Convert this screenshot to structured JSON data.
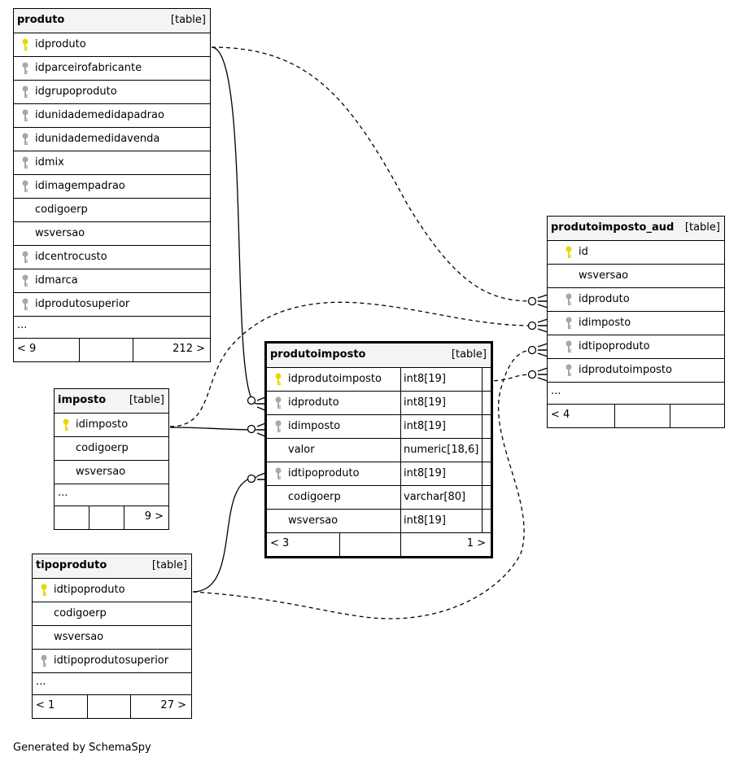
{
  "tables": {
    "produto": {
      "name": "produto",
      "tag": "[table]",
      "columns": [
        {
          "name": "idproduto",
          "key": "pk"
        },
        {
          "name": "idparceirofabricante",
          "key": "fk"
        },
        {
          "name": "idgrupoproduto",
          "key": "fk"
        },
        {
          "name": "idunidademedidapadrao",
          "key": "fk"
        },
        {
          "name": "idunidademedidavenda",
          "key": "fk"
        },
        {
          "name": "idmix",
          "key": "fk"
        },
        {
          "name": "idimagempadrao",
          "key": "fk"
        },
        {
          "name": "codigoerp",
          "key": ""
        },
        {
          "name": "wsversao",
          "key": ""
        },
        {
          "name": "idcentrocusto",
          "key": "fk"
        },
        {
          "name": "idmarca",
          "key": "fk"
        },
        {
          "name": "idprodutosuperior",
          "key": "fk"
        }
      ],
      "more": "...",
      "footer": {
        "parents": "< 9",
        "children": "212 >"
      }
    },
    "produtoimposto_aud": {
      "name": "produtoimposto_aud",
      "tag": "[table]",
      "columns": [
        {
          "name": "id",
          "key": "pk"
        },
        {
          "name": "wsversao",
          "key": ""
        },
        {
          "name": "idproduto",
          "key": "fk"
        },
        {
          "name": "idimposto",
          "key": "fk"
        },
        {
          "name": "idtipoproduto",
          "key": "fk"
        },
        {
          "name": "idprodutoimposto",
          "key": "fk"
        }
      ],
      "more": "...",
      "footer": {
        "parents": "< 4",
        "children": ""
      }
    },
    "produtoimposto": {
      "name": "produtoimposto",
      "tag": "[table]",
      "columns": [
        {
          "name": "idprodutoimposto",
          "key": "pk",
          "type": "int8[19]"
        },
        {
          "name": "idproduto",
          "key": "fk",
          "type": "int8[19]"
        },
        {
          "name": "idimposto",
          "key": "fk",
          "type": "int8[19]"
        },
        {
          "name": "valor",
          "key": "",
          "type": "numeric[18,6]"
        },
        {
          "name": "idtipoproduto",
          "key": "fk",
          "type": "int8[19]"
        },
        {
          "name": "codigoerp",
          "key": "",
          "type": "varchar[80]"
        },
        {
          "name": "wsversao",
          "key": "",
          "type": "int8[19]"
        }
      ],
      "footer": {
        "parents": "< 3",
        "children": "1 >"
      }
    },
    "imposto": {
      "name": "imposto",
      "tag": "[table]",
      "columns": [
        {
          "name": "idimposto",
          "key": "pk"
        },
        {
          "name": "codigoerp",
          "key": ""
        },
        {
          "name": "wsversao",
          "key": ""
        }
      ],
      "more": "...",
      "footer": {
        "parents": "",
        "children": "9 >"
      }
    },
    "tipoproduto": {
      "name": "tipoproduto",
      "tag": "[table]",
      "columns": [
        {
          "name": "idtipoproduto",
          "key": "pk"
        },
        {
          "name": "codigoerp",
          "key": ""
        },
        {
          "name": "wsversao",
          "key": ""
        },
        {
          "name": "idtipoprodutosuperior",
          "key": "fk"
        }
      ],
      "more": "...",
      "footer": {
        "parents": "< 1",
        "children": "27 >"
      }
    }
  },
  "colors": {
    "pk_key": "#e8d800",
    "fk_key": "#a8a8a8",
    "header_bg": "#f4f4f4"
  },
  "credit": "Generated by SchemaSpy"
}
